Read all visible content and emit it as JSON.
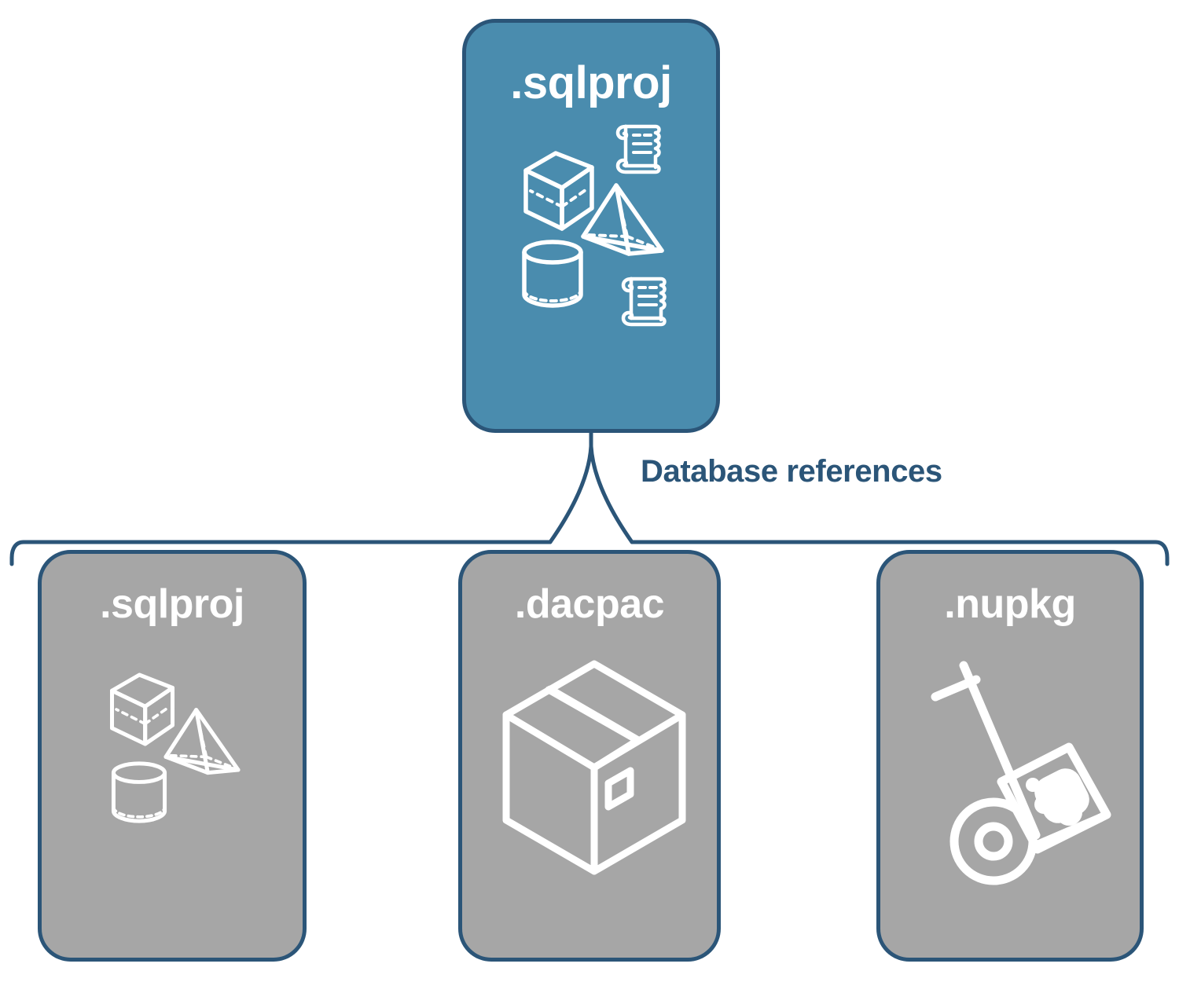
{
  "diagram": {
    "title": "Database references",
    "colors": {
      "accent_blue": "#4a8cae",
      "node_gray": "#a6a6a6",
      "stroke_navy": "#2b5578",
      "label_white": "#ffffff"
    },
    "root_node": {
      "label": ".sqlproj",
      "fill": "#4a8cae",
      "icons": [
        "cube-icon",
        "scroll-icon",
        "pyramid-icon",
        "cylinder-icon",
        "scroll-icon"
      ]
    },
    "connector": {
      "type": "curly-brace",
      "caption": "Database references"
    },
    "reference_nodes": [
      {
        "label": ".sqlproj",
        "fill": "#a6a6a6",
        "icons": [
          "cube-icon",
          "pyramid-icon",
          "cylinder-icon"
        ]
      },
      {
        "label": ".dacpac",
        "fill": "#a6a6a6",
        "icons": [
          "package-box-icon"
        ]
      },
      {
        "label": ".nupkg",
        "fill": "#a6a6a6",
        "icons": [
          "hand-truck-icon"
        ]
      }
    ]
  }
}
